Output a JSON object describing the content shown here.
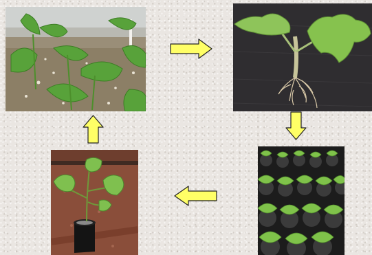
{
  "diagram": {
    "steps": [
      {
        "icon": "seedlings-in-seedbed-photo"
      },
      {
        "icon": "uprooted-seedling-photo"
      },
      {
        "icon": "seedlings-in-bags-photo"
      },
      {
        "icon": "potted-seedling-photo"
      }
    ],
    "arrows": [
      "right",
      "down",
      "left",
      "up"
    ],
    "colors": {
      "arrow_fill": "#ffff66",
      "arrow_stroke": "#222222",
      "leaf_green": "#5ea83a",
      "background": "#eae6e2"
    }
  }
}
